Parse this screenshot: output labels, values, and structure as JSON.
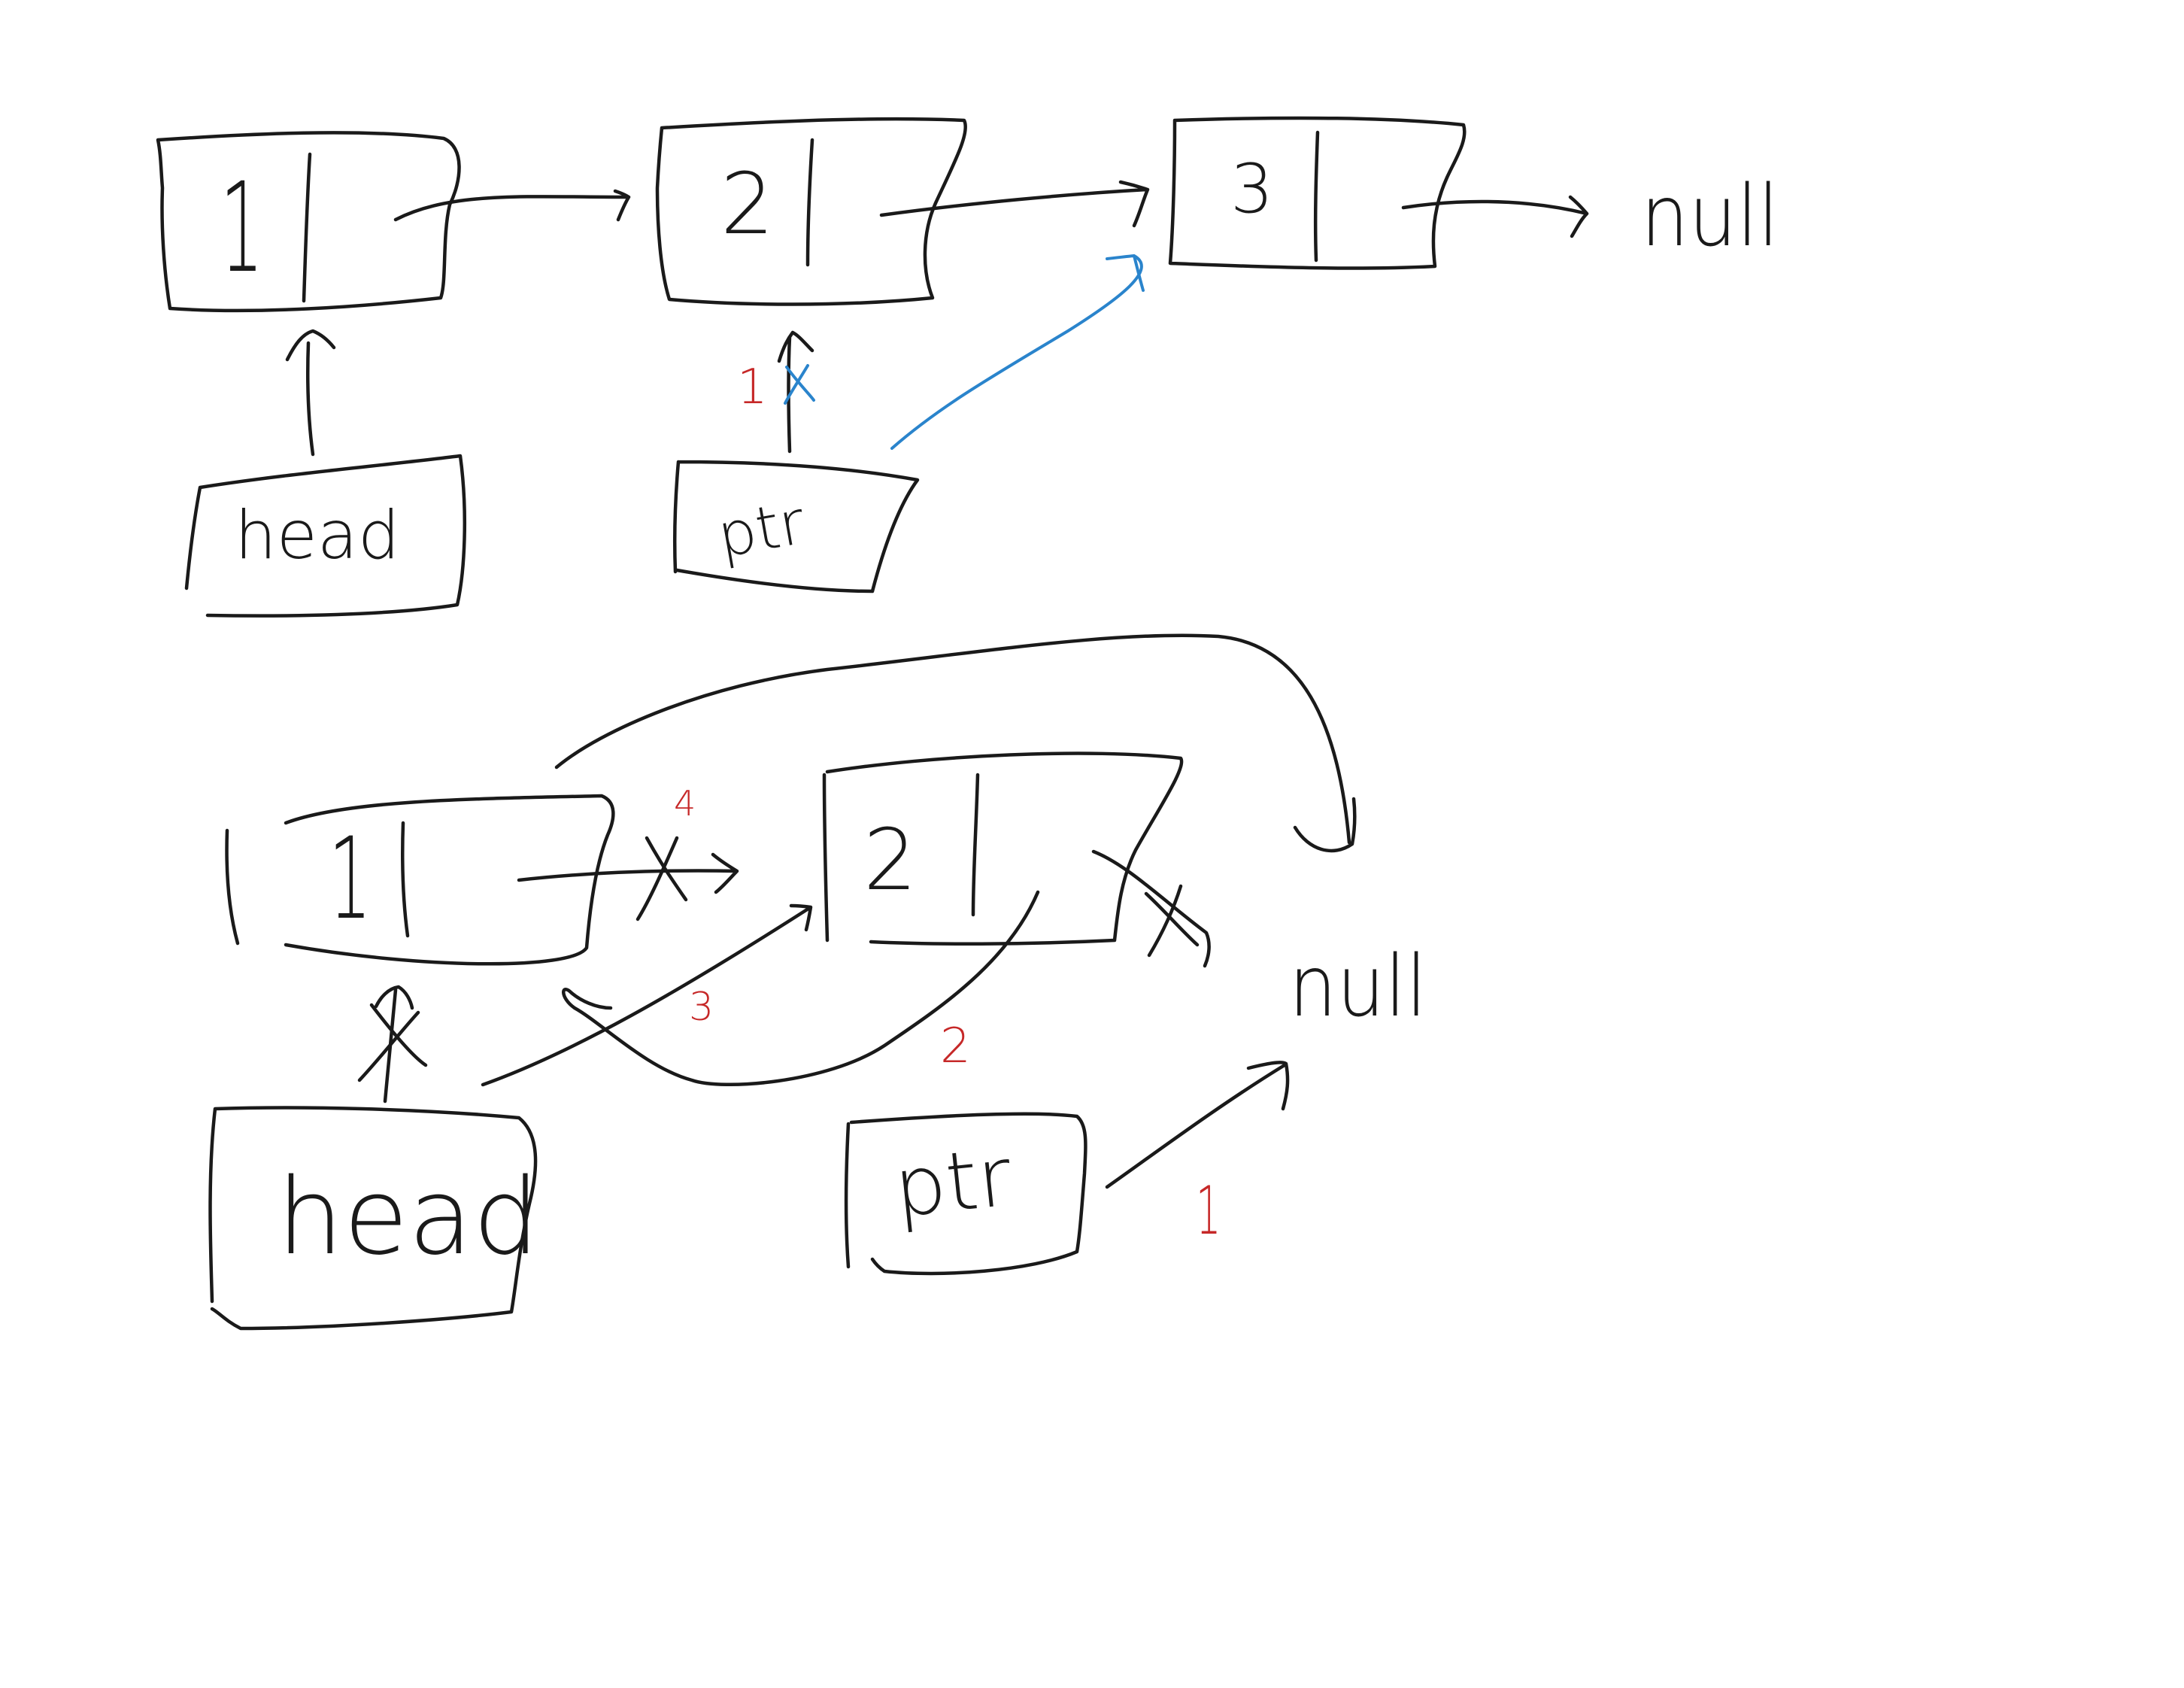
{
  "colors": {
    "ink": "#1a1a1a",
    "blue": "#2a84cc",
    "red": "#c62828",
    "background": "#ffffff"
  },
  "top": {
    "nodes": [
      {
        "value": "1"
      },
      {
        "value": "2"
      },
      {
        "value": "3"
      }
    ],
    "null_label": "null",
    "head_label": "head",
    "ptr_label": "ptr",
    "step_mark": "1"
  },
  "bottom": {
    "nodes": [
      {
        "value": "1"
      },
      {
        "value": "2"
      }
    ],
    "null_label": "null",
    "head_label": "head",
    "ptr_label": "ptr",
    "step_marks": {
      "ptr_to_null": "1",
      "node2_to_node1": "2",
      "head_to_node2": "3",
      "node1_cut": "4"
    }
  }
}
